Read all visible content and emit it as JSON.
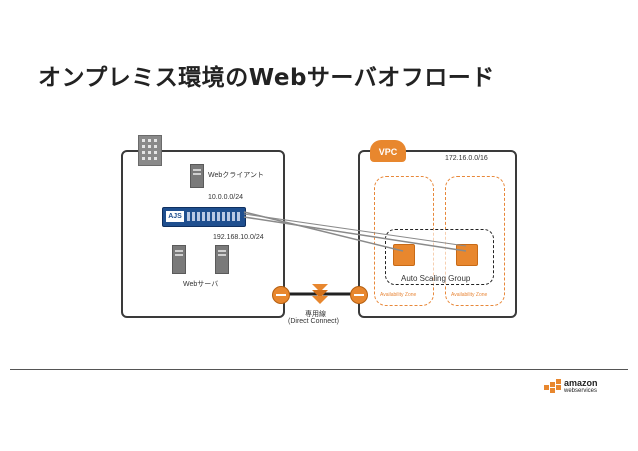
{
  "slide": {
    "title": "オンプレミス環境のWebサーバオフロード"
  },
  "onprem": {
    "client_label": "Webクライアント",
    "subnet_top": "10.0.0.0/24",
    "subnet_bottom": "192.168.10.0/24",
    "servers_label": "Webサーバ",
    "router_logo": "AJS"
  },
  "link": {
    "label_line1": "専用線",
    "label_line2": "(Direct Connect)"
  },
  "vpc": {
    "badge": "VPC",
    "cidr": "172.16.0.0/16",
    "asg_label": "Auto Scaling Group",
    "az_left_label": "Availability Zone",
    "az_right_label": "Availability Zone"
  },
  "brand": {
    "logo_line1": "amazon",
    "logo_line2": "webservices",
    "accent": "#e8872e"
  }
}
